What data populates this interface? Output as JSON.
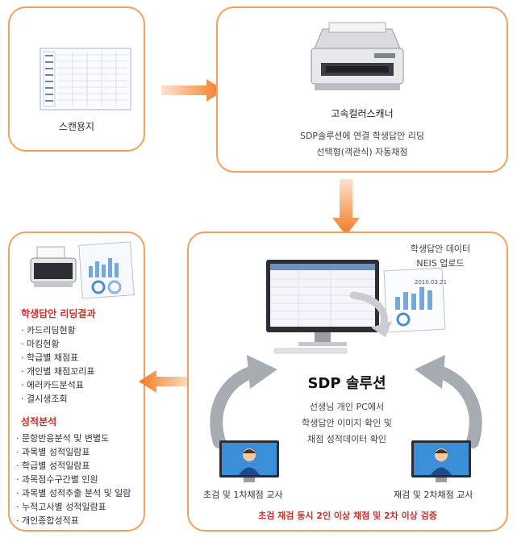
{
  "scan_sheet": {
    "label": "스캔용지"
  },
  "scanner": {
    "title": "고속컬러스캐너",
    "desc_line1": "SDP솔루션에 연결 학생답안 리딩",
    "desc_line2": "선택형(객관식) 자동채점"
  },
  "sdp": {
    "title": "SDP 솔루션",
    "desc_line1": "선생님 개인 PC에서",
    "desc_line2": "학생답안 이미지 확인 및",
    "desc_line3": "채점 성적데이터 확인",
    "upload_line1": "학생답안 데이터",
    "upload_line2": "NEIS 업로드",
    "report_date": "2010.03.21",
    "teacher_left": "초검 및 1차채점 교사",
    "teacher_right": "재검 및 2차채점 교사",
    "verification": "초검 재검 동시 2인 이상 채점 및 2차 이상 검증"
  },
  "results": {
    "reading_title": "학생답안 리딩결과",
    "reading_items": [
      "카드리딩현황",
      "마킹현황",
      "학급별 채점표",
      "개인별 채점꼬리표",
      "에러카드분석표",
      "결시생조회"
    ],
    "grade_title": "성적분석",
    "grade_items": [
      "문항반응분석 및 변별도",
      "과목별 성적일람표",
      "학급별 성적일람표",
      "과목점수구간별 인원",
      "과목별 성적추출 분석 및 일람",
      "누적고사별 성적일람표",
      "개인종합성적표"
    ]
  },
  "colors": {
    "accent": "#f3a05e",
    "arrow": "#f07a1f",
    "highlight": "#c9302c"
  }
}
